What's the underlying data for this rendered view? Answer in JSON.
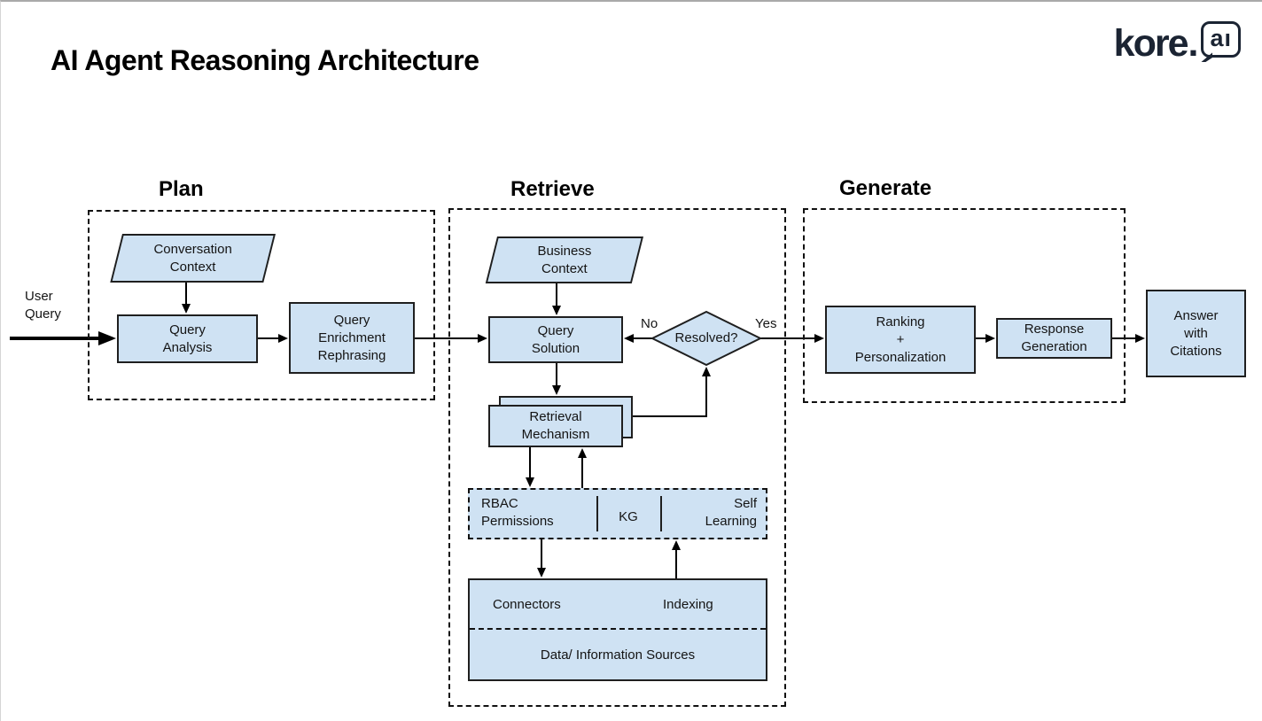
{
  "page": {
    "title": "AI Agent Reasoning Architecture"
  },
  "logo": {
    "word": "kore",
    "dot": ".",
    "suffix": "aı"
  },
  "colors": {
    "shape_fill": "#cfe2f3",
    "shape_border": "#1f1f1f",
    "dashed_border": "#111111",
    "arrow": "#000000",
    "logo": "#1b2433",
    "title_text": "#000000"
  },
  "sections": {
    "plan": "Plan",
    "retrieve": "Retrieve",
    "generate": "Generate"
  },
  "io": {
    "user_query": [
      "User",
      "Query"
    ],
    "answer": [
      "Answer",
      "with",
      "Citations"
    ]
  },
  "plan": {
    "conversation_context": [
      "Conversation",
      "Context"
    ],
    "query_analysis": [
      "Query",
      "Analysis"
    ],
    "query_enrichment": [
      "Query",
      "Enrichment",
      "Rephrasing"
    ]
  },
  "retrieve": {
    "business_context": [
      "Business",
      "Context"
    ],
    "query_solution": [
      "Query",
      "Solution"
    ],
    "decision": "Resolved?",
    "decision_no": "No",
    "decision_yes": "Yes",
    "retrieval_mechanism": [
      "Retrieval",
      "Mechanism"
    ],
    "rbac": [
      "RBAC",
      "Permissions"
    ],
    "kg": "KG",
    "self_learning": [
      "Self",
      "Learning"
    ],
    "connectors": "Connectors",
    "indexing": "Indexing",
    "data_sources": "Data/ Information Sources"
  },
  "generate": {
    "ranking": [
      "Ranking",
      "+",
      "Personalization"
    ],
    "response_generation": [
      "Response",
      "Generation"
    ]
  }
}
